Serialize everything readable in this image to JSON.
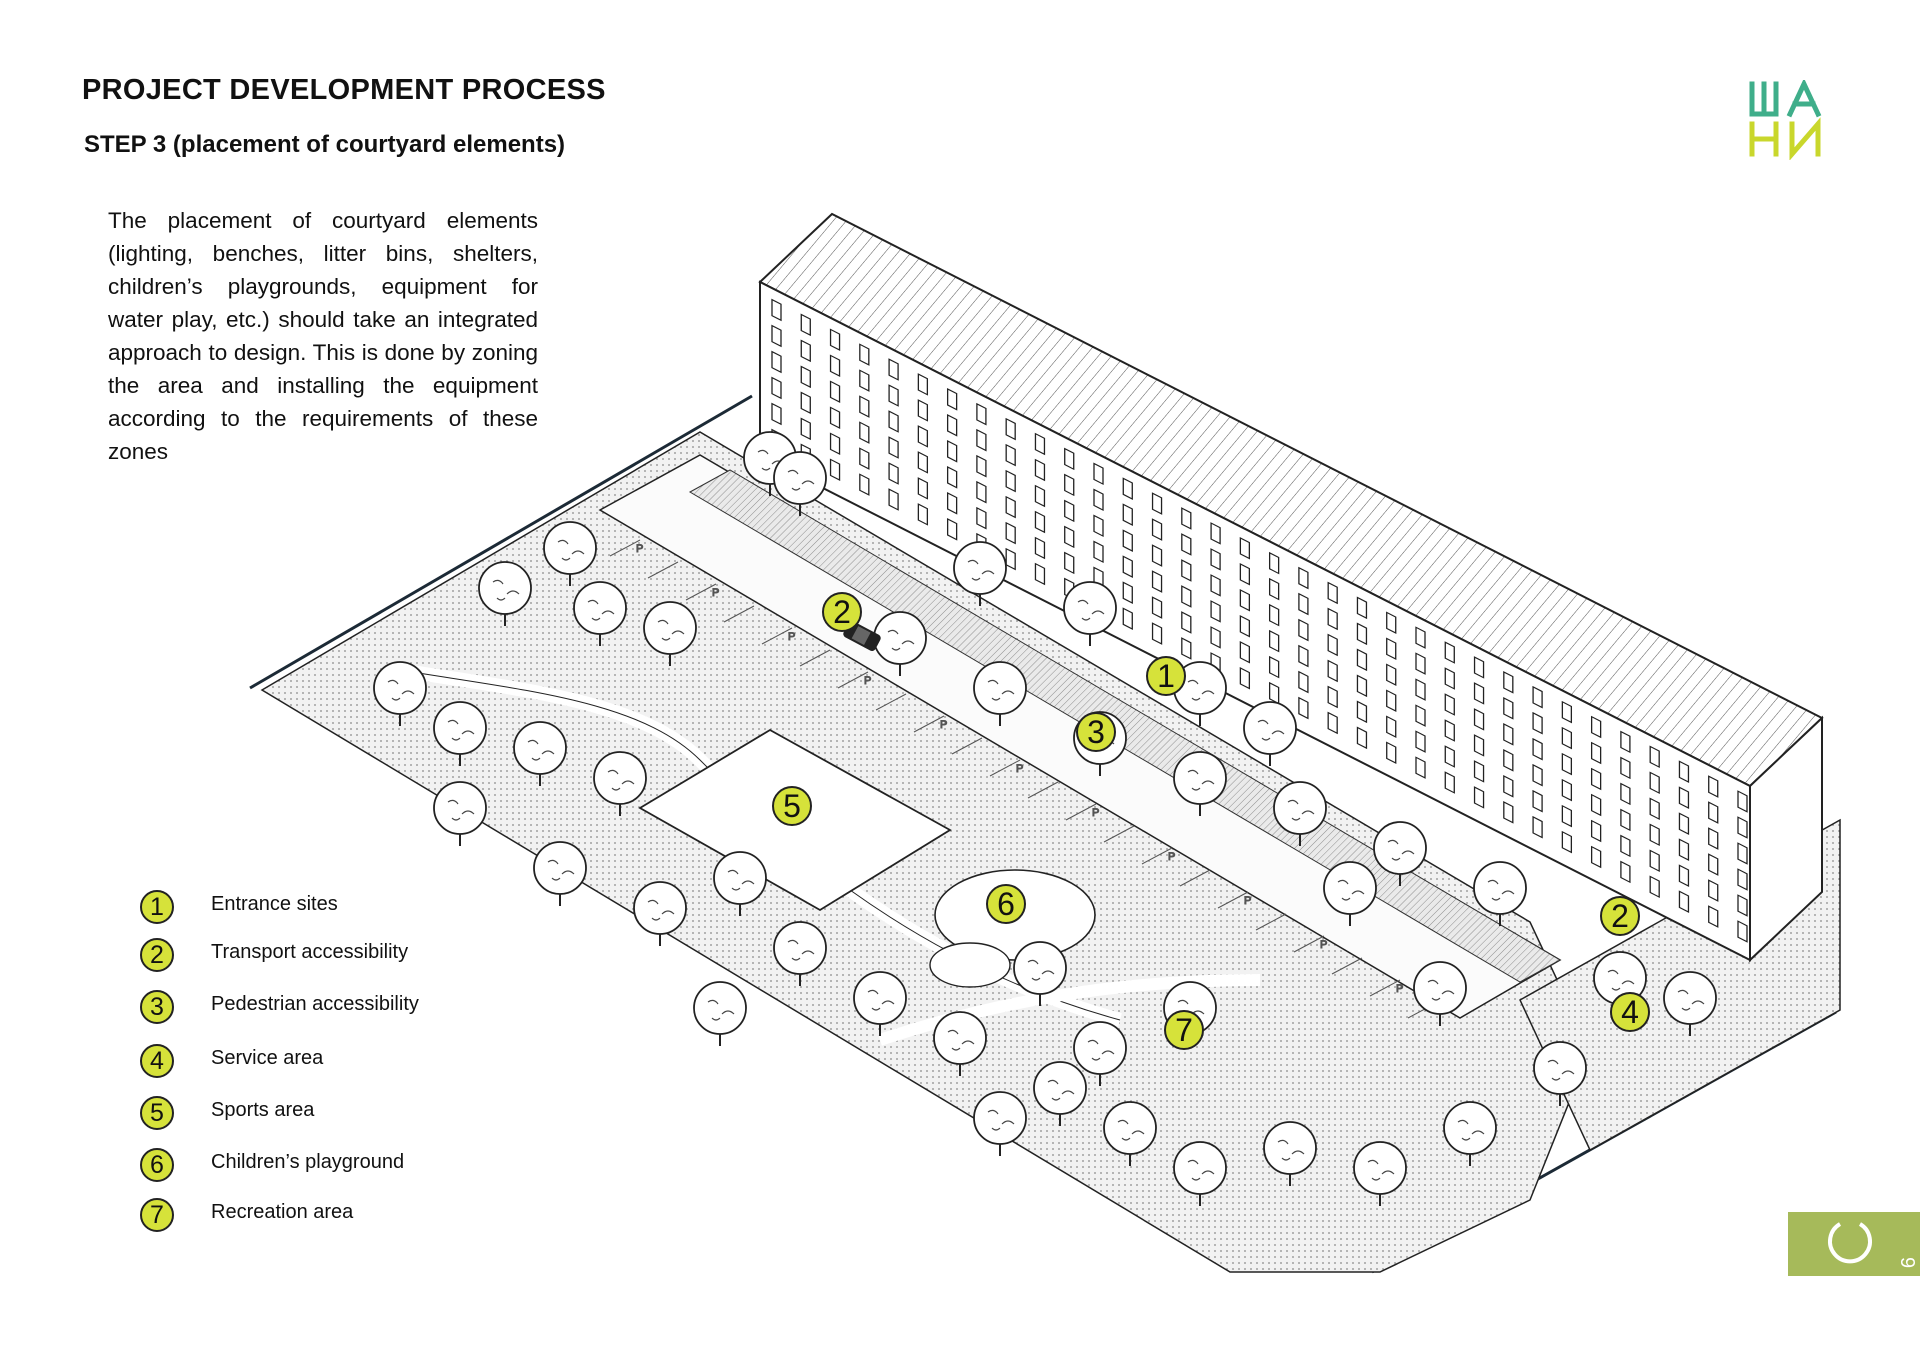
{
  "header": {
    "title": "PROJECT DEVELOPMENT PROCESS",
    "subtitle": "STEP 3 (placement of courtyard elements)"
  },
  "description": "The placement of courtyard elements (lighting, benches, litter bins, shelters, children’s playgrounds, equipment for water play, etc.) should take an integrated approach to design. This is done by zoning the area and installing the equipment according to the requirements of these zones",
  "legend": [
    {
      "number": "1",
      "label": "Entrance sites"
    },
    {
      "number": "2",
      "label": "Transport accessibility"
    },
    {
      "number": "3",
      "label": "Pedestrian accessibility"
    },
    {
      "number": "4",
      "label": "Service area"
    },
    {
      "number": "5",
      "label": "Sports area"
    },
    {
      "number": "6",
      "label": "Children’s playground"
    },
    {
      "number": "7",
      "label": "Recreation area"
    }
  ],
  "markers": [
    {
      "number": "1"
    },
    {
      "number": "2"
    },
    {
      "number": "3"
    },
    {
      "number": "5"
    },
    {
      "number": "6"
    },
    {
      "number": "7"
    },
    {
      "number": "2"
    },
    {
      "number": "4"
    }
  ],
  "parking_sign": "P",
  "logo": {
    "top": "ША",
    "bottom": "НИ"
  },
  "page_number": "9",
  "colors": {
    "accent": "#d6e23a",
    "logo_green": "#3fae8a",
    "logo_lime": "#c9d72c",
    "tab": "#a6ba5a",
    "ink": "#1c2a36"
  }
}
